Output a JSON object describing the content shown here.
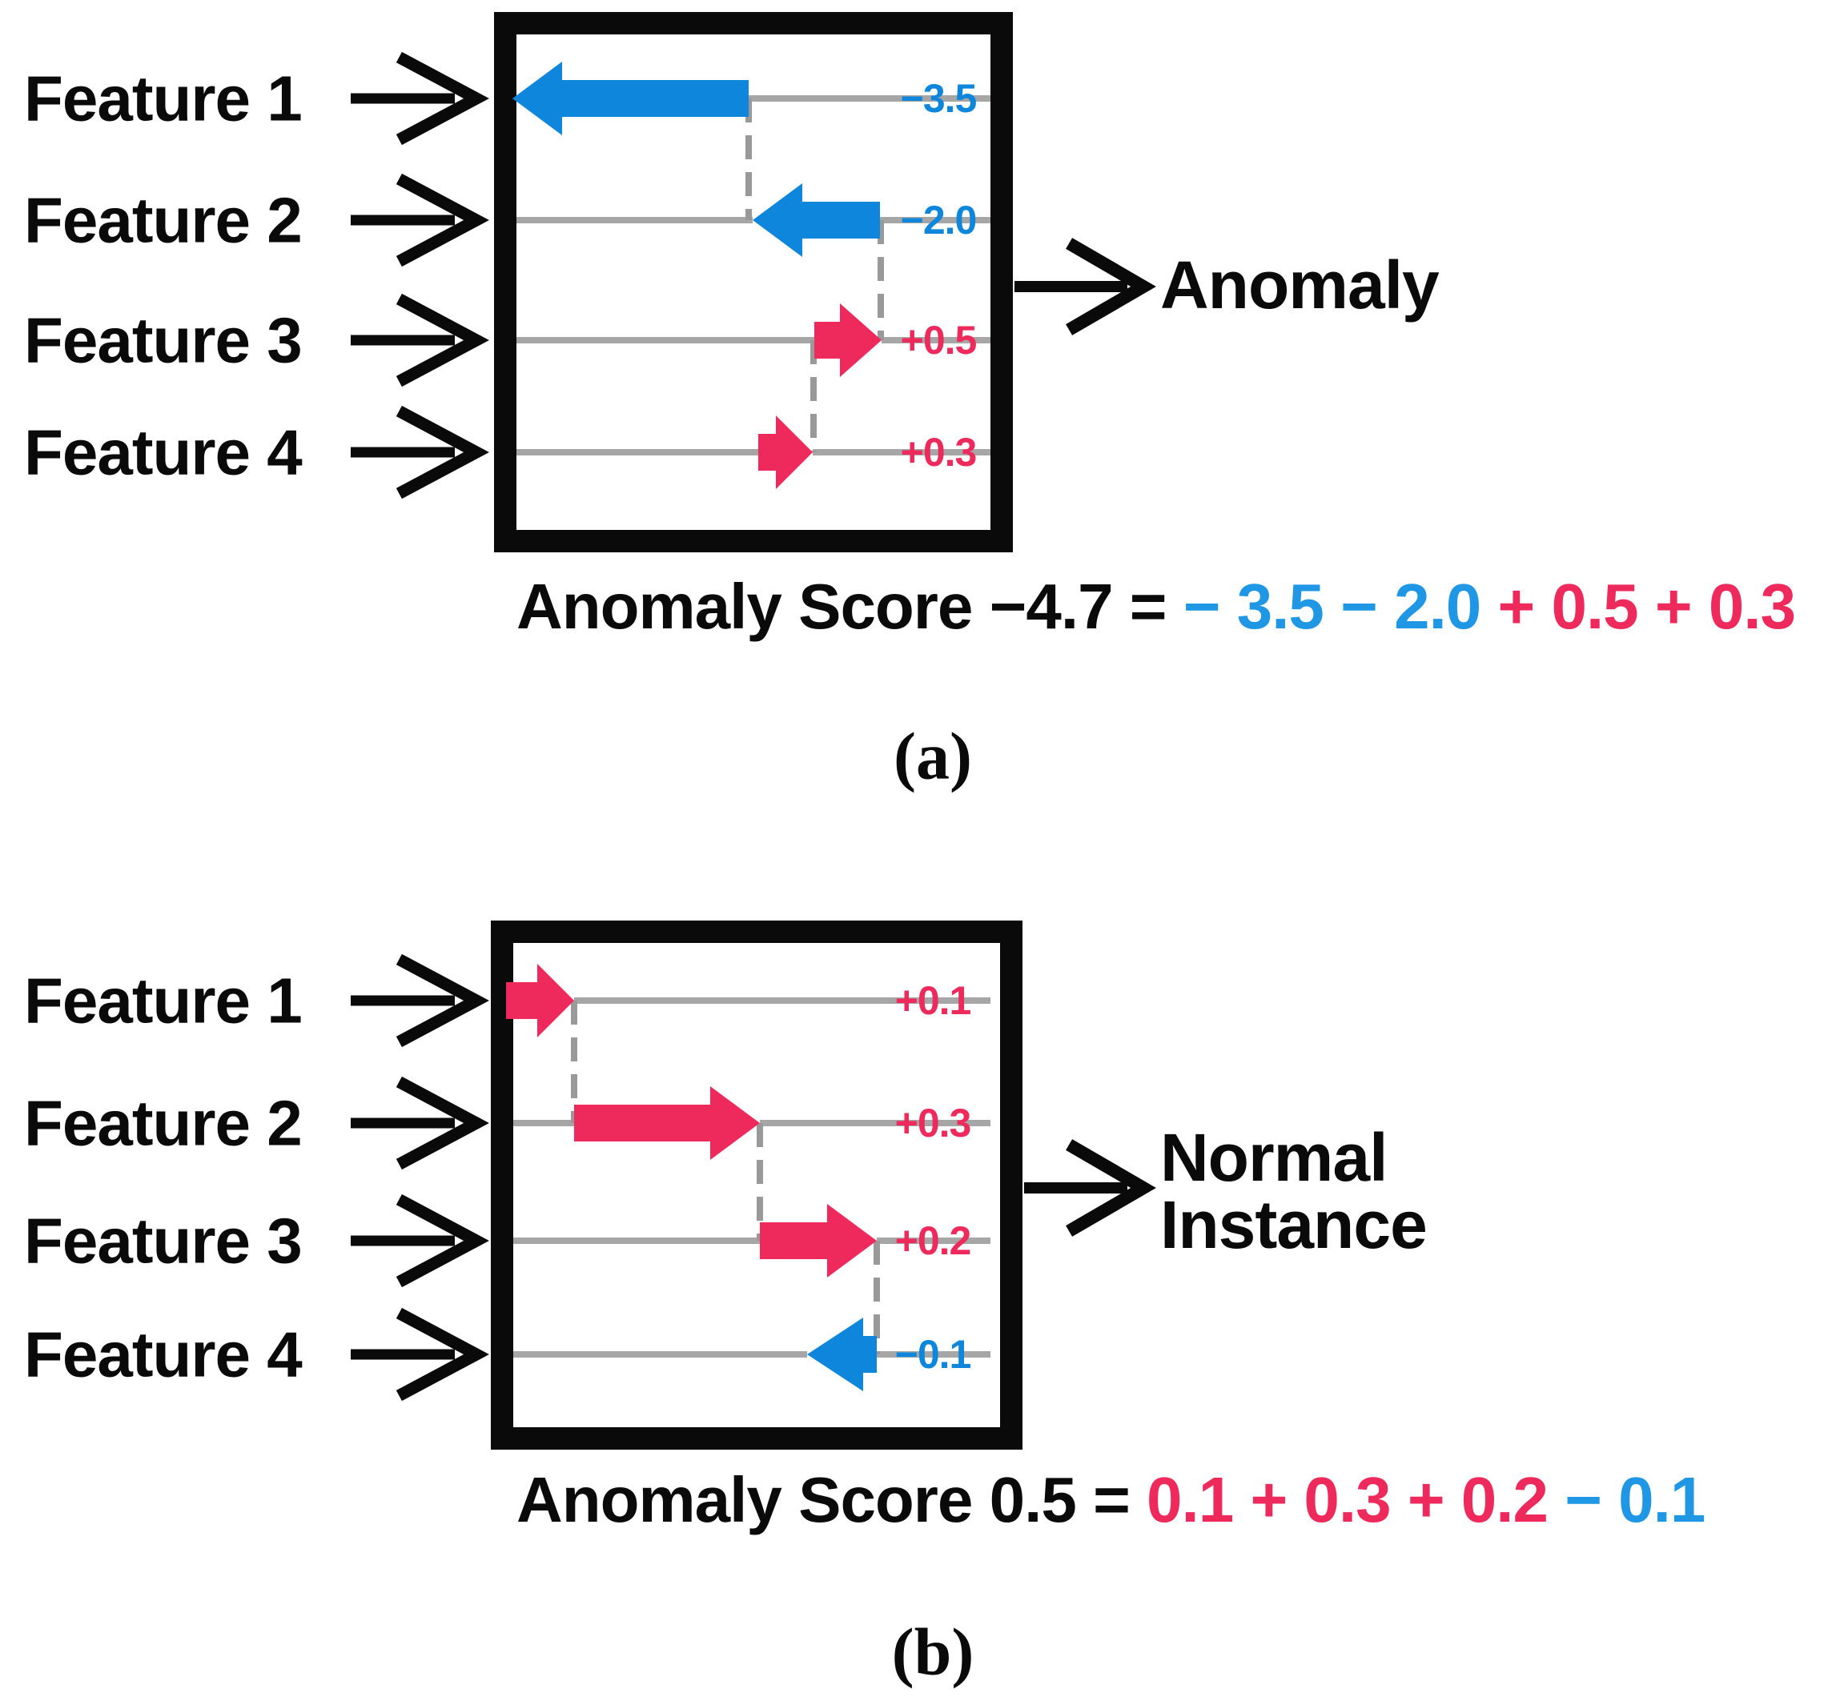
{
  "colors": {
    "positive_pink": "#ED2A5B",
    "negative_blue": "#0E86DB",
    "baseline_gray": "#A6A6A6",
    "connector_gray": "#999999",
    "ink_black": "#0A0A0A"
  },
  "panels": [
    {
      "caption": "(a)",
      "output_label_line1": "Anomaly",
      "output_label_line2": "",
      "features": [
        {
          "label": "Feature 1",
          "value": "−3.5",
          "sign": "negative"
        },
        {
          "label": "Feature 2",
          "value": "−2.0",
          "sign": "negative"
        },
        {
          "label": "Feature 3",
          "value": "+0.5",
          "sign": "positive"
        },
        {
          "label": "Feature 4",
          "value": "+0.3",
          "sign": "positive"
        }
      ],
      "equation": {
        "lhs": "Anomaly Score −4.7 = ",
        "part1": "− 3.5 − 2.0 ",
        "part2": "+ 0.5 + 0.3"
      }
    },
    {
      "caption": "(b)",
      "output_label_line1": "Normal",
      "output_label_line2": "Instance",
      "features": [
        {
          "label": "Feature 1",
          "value": "+0.1",
          "sign": "positive"
        },
        {
          "label": "Feature 2",
          "value": "+0.3",
          "sign": "positive"
        },
        {
          "label": "Feature 3",
          "value": "+0.2",
          "sign": "positive"
        },
        {
          "label": "Feature 4",
          "value": "−0.1",
          "sign": "negative"
        }
      ],
      "equation": {
        "lhs": "Anomaly Score 0.5 = ",
        "part1": "0.1 + 0.3 + 0.2 ",
        "part2": "− 0.1"
      }
    }
  ]
}
